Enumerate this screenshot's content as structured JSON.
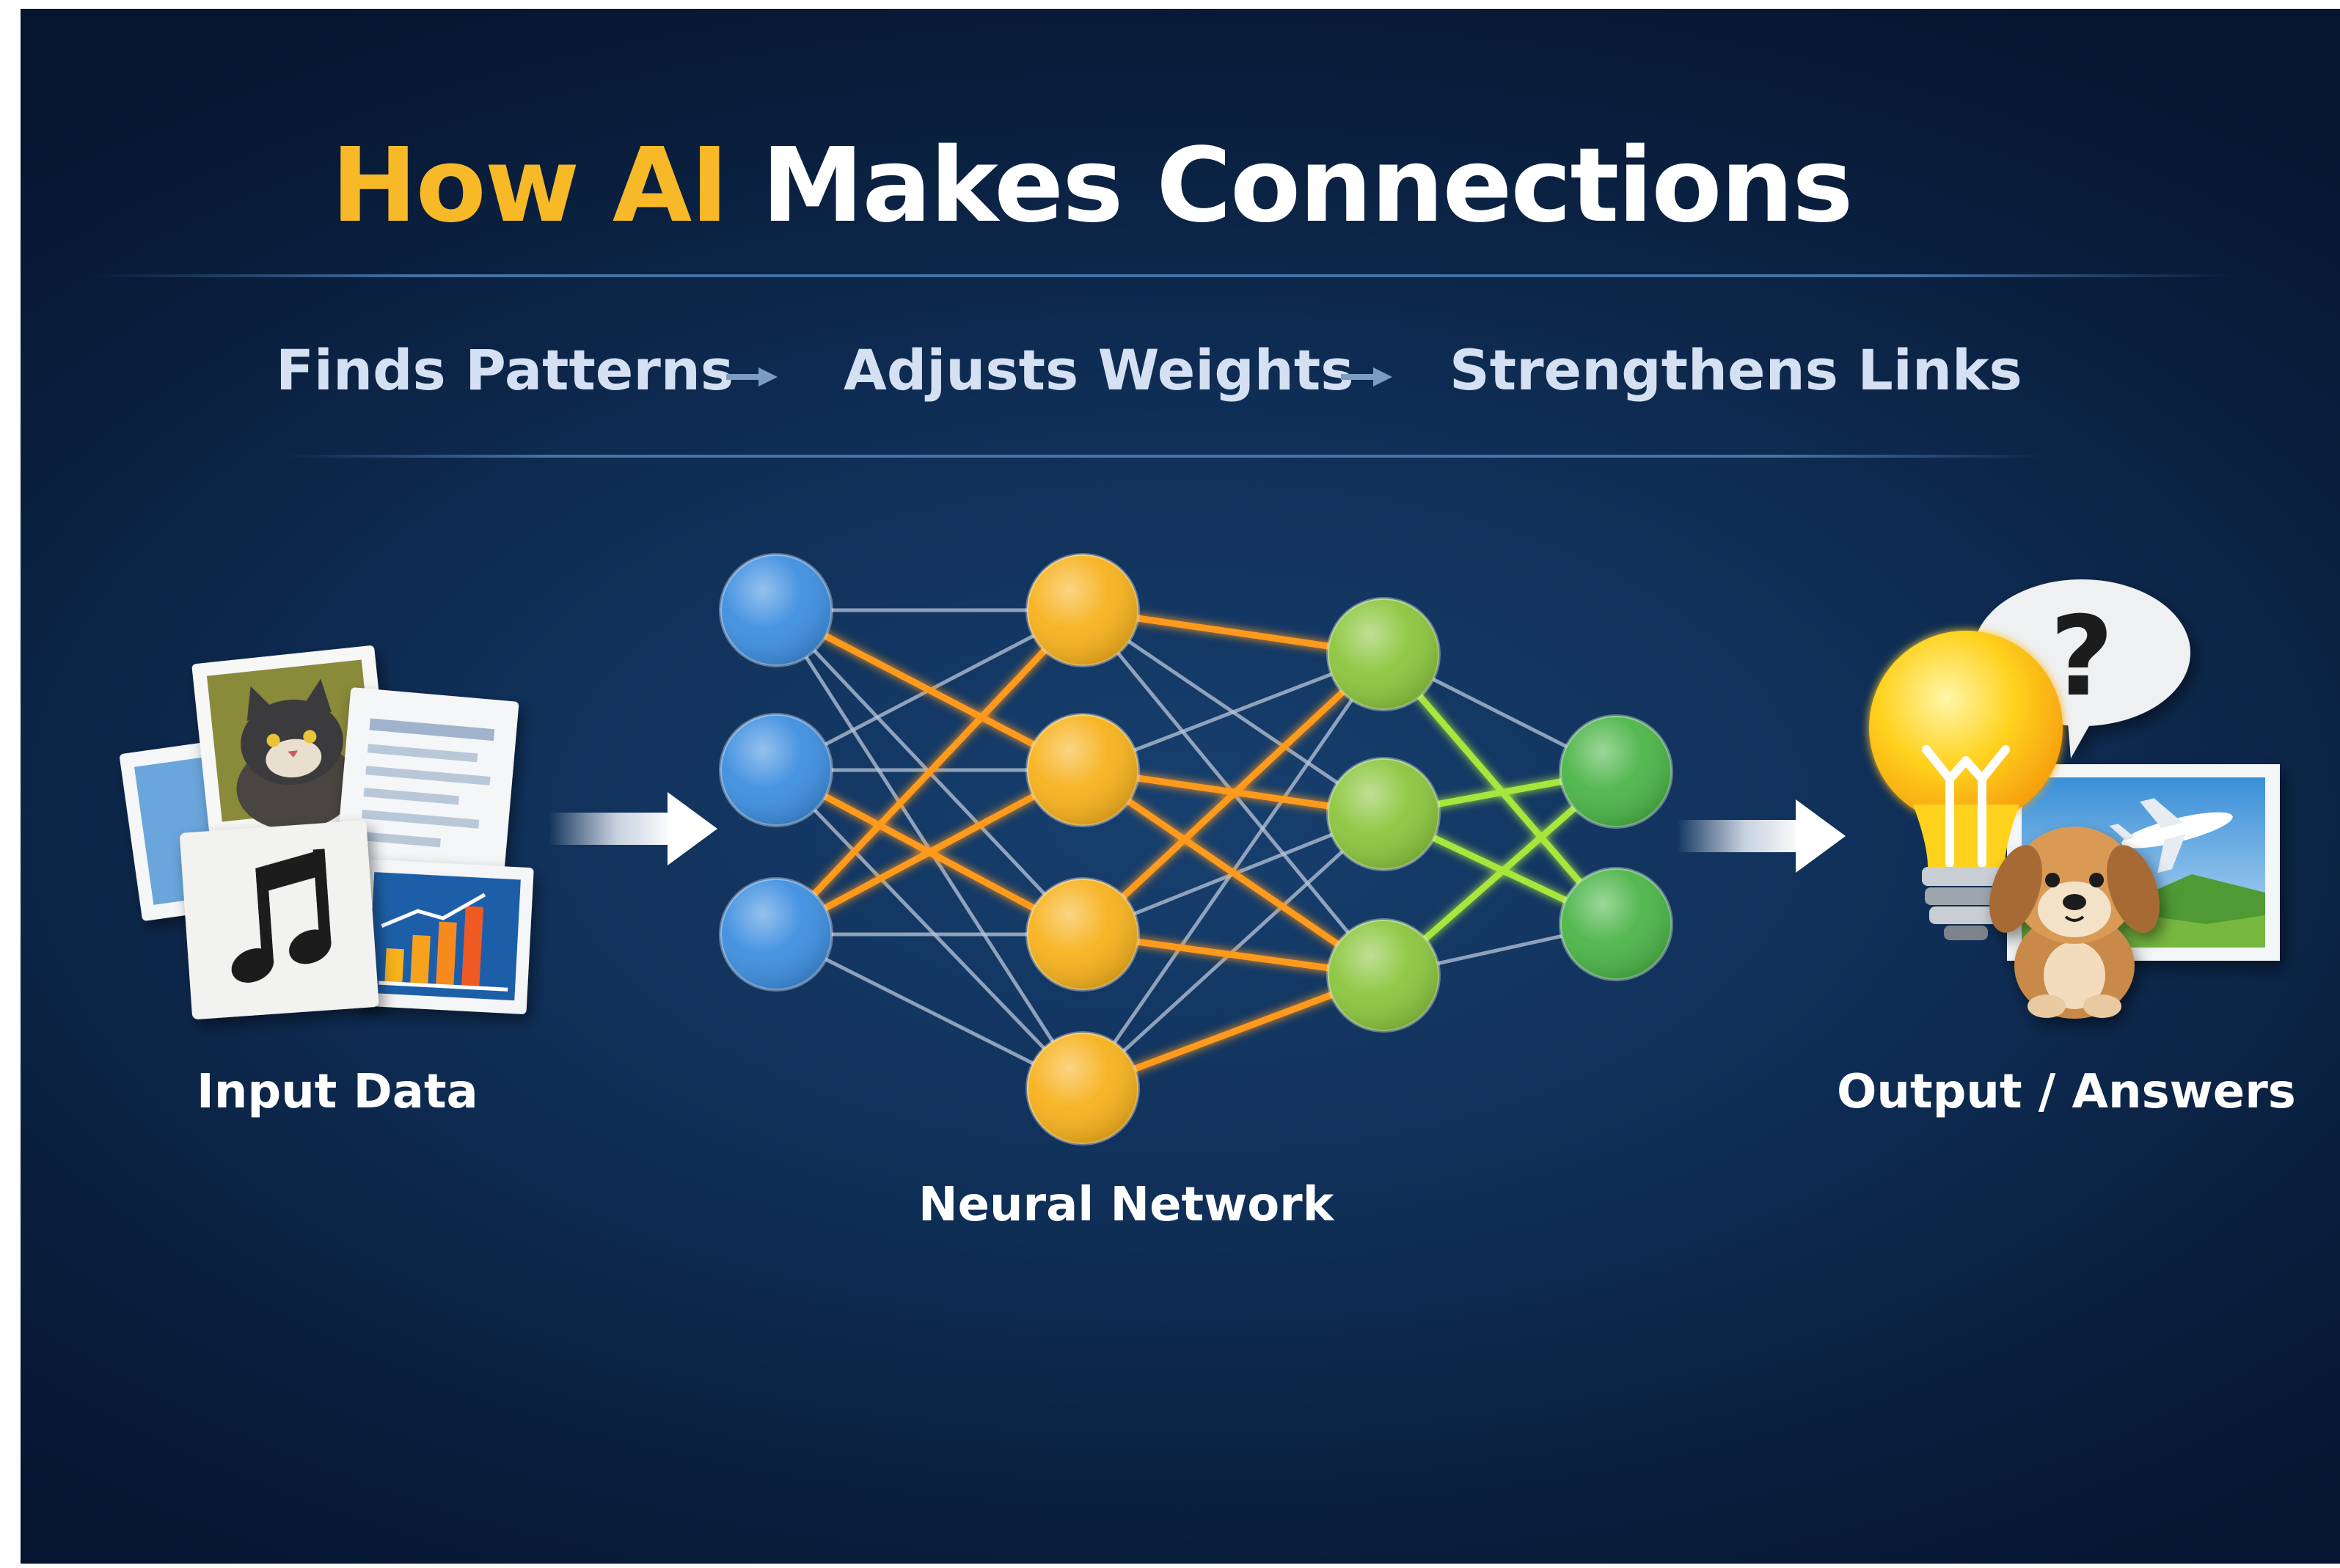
{
  "title": {
    "accent": "How AI",
    "rest": "Makes Connections"
  },
  "steps": [
    {
      "label": "Finds Patterns"
    },
    {
      "label": "Adjusts Weights"
    },
    {
      "label": "Strengthens Links"
    }
  ],
  "labels": {
    "input": "Input Data",
    "network": "Neural Network",
    "output": "Output / Answers"
  },
  "icons": {
    "input": [
      "cat-photo-icon",
      "document-icon",
      "music-note-icon",
      "bar-chart-icon"
    ],
    "output": [
      "light-bulb-icon",
      "question-bubble-icon",
      "dog-icon",
      "airplane-photo-icon"
    ],
    "flow": [
      "right-arrow-icon"
    ]
  },
  "network": {
    "layers": [
      {
        "nodes": 3,
        "color": "#3f8fe0"
      },
      {
        "nodes": 4,
        "color": "#f7b21e"
      },
      {
        "nodes": 3,
        "color": "#8cc63f"
      },
      {
        "nodes": 2,
        "color": "#4cb548"
      }
    ]
  },
  "colors": {
    "background": "#0f2e56",
    "accent": "#f7b928",
    "text": "#ffffff",
    "glow_orange": "#ff9a1f",
    "glow_green": "#a8e63c"
  }
}
